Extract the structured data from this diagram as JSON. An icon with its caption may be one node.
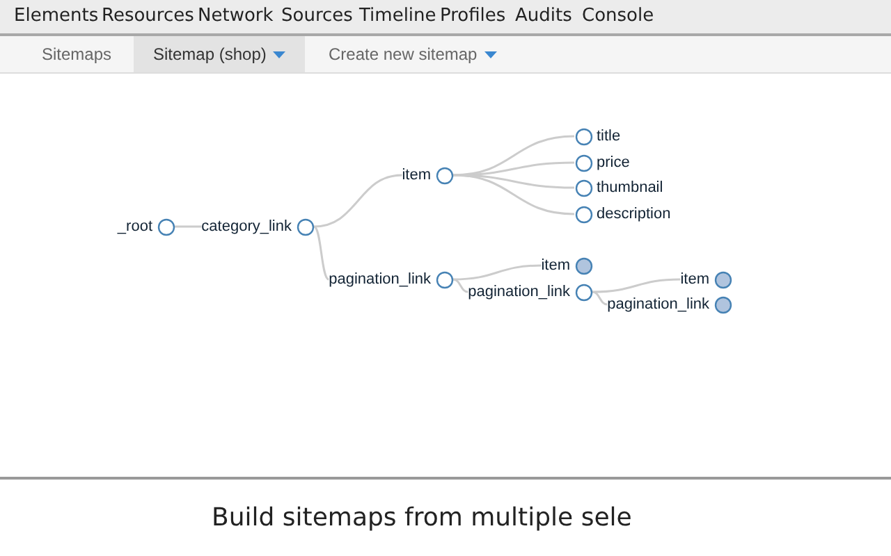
{
  "diagram": {
    "caption": "Build sitemaps from multiple sele",
    "nodes": [
      {
        "text": [
          "_root"
        ]
      },
      {
        "text": [
          "category_link"
        ]
      },
      {
        "text": [
          "item"
        ]
      },
      {
        "text": [
          "title"
        ]
      },
      {
        "text": [
          "price"
        ]
      },
      {
        "text": [
          "thumbnail"
        ]
      },
      {
        "text": [
          "description"
        ]
      },
      {
        "text": [
          "pagination_link"
        ]
      },
      {
        "text": [
          "item"
        ]
      },
      {
        "text": [
          "pagination_link"
        ]
      },
      {
        "text": [
          "item"
        ]
      },
      {
        "text": [
          "pagination_link"
        ]
      }
    ],
    "edges": [
      {
        "from": 0,
        "to": 1,
        "arrow": "none"
      },
      {
        "from": 1,
        "to": 2,
        "arrow": "none"
      },
      {
        "from": 2,
        "to": 3,
        "arrow": "none"
      },
      {
        "from": 2,
        "to": 4,
        "arrow": "none"
      },
      {
        "from": 2,
        "to": 5,
        "arrow": "none"
      },
      {
        "from": 2,
        "to": 6,
        "arrow": "none"
      },
      {
        "from": 1,
        "to": 7,
        "arrow": "none"
      },
      {
        "from": 7,
        "to": 8,
        "arrow": "none"
      },
      {
        "from": 7,
        "to": 9,
        "arrow": "none"
      },
      {
        "from": 9,
        "to": 10,
        "arrow": "none"
      },
      {
        "from": 9,
        "to": 11,
        "arrow": "none"
      }
    ],
    "labels": [
      "Elements",
      "Resources",
      "Network",
      "Sources",
      "Timeline",
      "Profiles",
      "Audits",
      "Console",
      "Sitemaps",
      "Sitemap (shop)",
      "Create new sitemap"
    ]
  }
}
